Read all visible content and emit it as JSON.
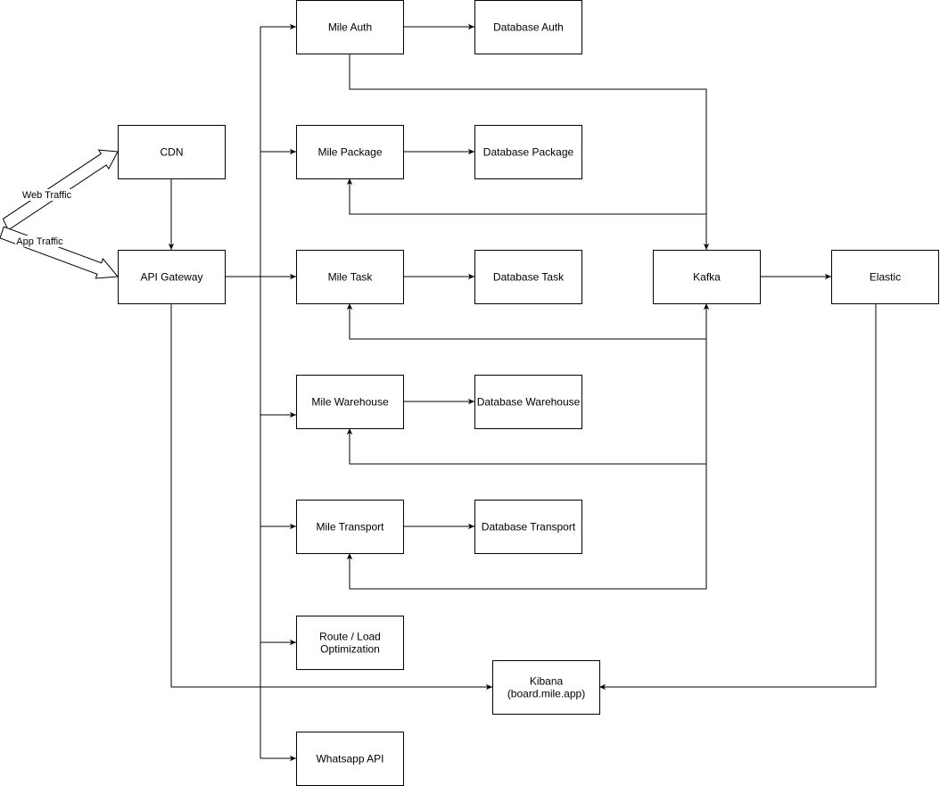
{
  "nodes": {
    "mile_auth": "Mile Auth",
    "database_auth": "Database Auth",
    "cdn": "CDN",
    "mile_package": "Mile Package",
    "database_package": "Database Package",
    "api_gateway": "API Gateway",
    "mile_task": "Mile Task",
    "database_task": "Database Task",
    "kafka": "Kafka",
    "elastic": "Elastic",
    "mile_warehouse": "Mile Warehouse",
    "database_warehouse": "Database Warehouse",
    "mile_transport": "Mile Transport",
    "database_transport": "Database Transport",
    "route_load": {
      "line1": "Route / Load",
      "line2": "Optimization"
    },
    "kibana": {
      "line1": "Kibana",
      "line2": "(board.mile.app)"
    },
    "whatsapp_api": "Whatsapp API"
  },
  "edge_labels": {
    "web_traffic": "Web Traffic",
    "app_traffic": "App Traffic"
  }
}
